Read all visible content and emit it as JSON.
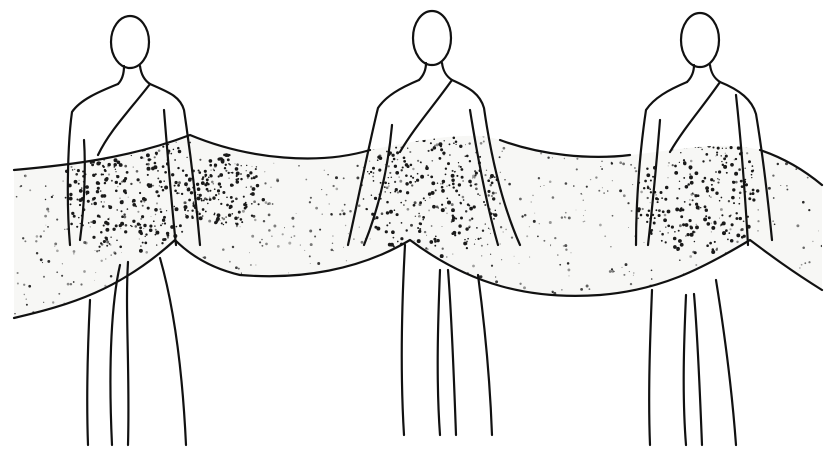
{
  "scene": {
    "figures": [
      {
        "id": "left"
      },
      {
        "id": "middle"
      },
      {
        "id": "right"
      }
    ],
    "cloth_pattern": "ink-speckle",
    "colors": {
      "background": "#ffffff",
      "outline": "#111111",
      "speckle": "#1a1a1a",
      "cloth_base": "#f7f7f5"
    }
  }
}
